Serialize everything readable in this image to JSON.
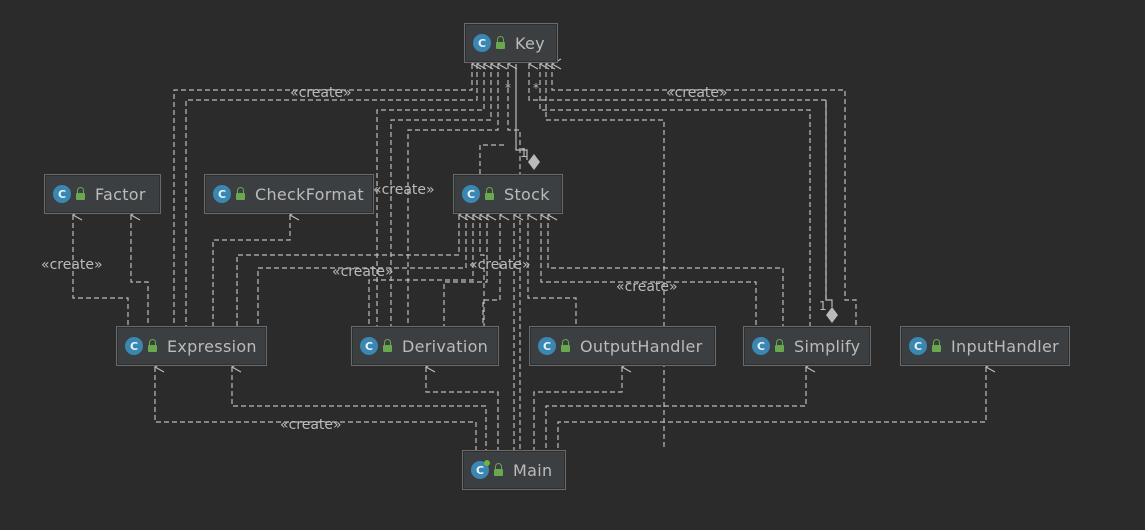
{
  "diagram": {
    "nodes": [
      {
        "id": "key",
        "label": "Key",
        "icon": "class-icon"
      },
      {
        "id": "factor",
        "label": "Factor",
        "icon": "class-icon"
      },
      {
        "id": "checkformat",
        "label": "CheckFormat",
        "icon": "class-icon"
      },
      {
        "id": "stock",
        "label": "Stock",
        "icon": "class-icon"
      },
      {
        "id": "expression",
        "label": "Expression",
        "icon": "class-icon"
      },
      {
        "id": "derivation",
        "label": "Derivation",
        "icon": "class-icon"
      },
      {
        "id": "outputhandler",
        "label": "OutputHandler",
        "icon": "class-icon"
      },
      {
        "id": "simplify",
        "label": "Simplify",
        "icon": "class-icon"
      },
      {
        "id": "inputhandler",
        "label": "InputHandler",
        "icon": "class-icon"
      },
      {
        "id": "main",
        "label": "Main",
        "icon": "main-class-icon"
      }
    ],
    "icon_letter": "C",
    "edge_labels": [
      "«create»",
      "«create»",
      "«create»",
      "«create»",
      "«create»",
      "«create»",
      "«create»",
      "«create»"
    ],
    "multiplicity": [
      "1",
      "1",
      "*",
      "*"
    ],
    "colors": {
      "background": "#2b2b2b",
      "node_fill": "#3c3f41",
      "node_border": "#6a6a6a",
      "text": "#bbbbbb",
      "edge": "#bbbbbb",
      "class_icon": "#3b87b2",
      "lock_icon": "#6aa84f"
    }
  }
}
